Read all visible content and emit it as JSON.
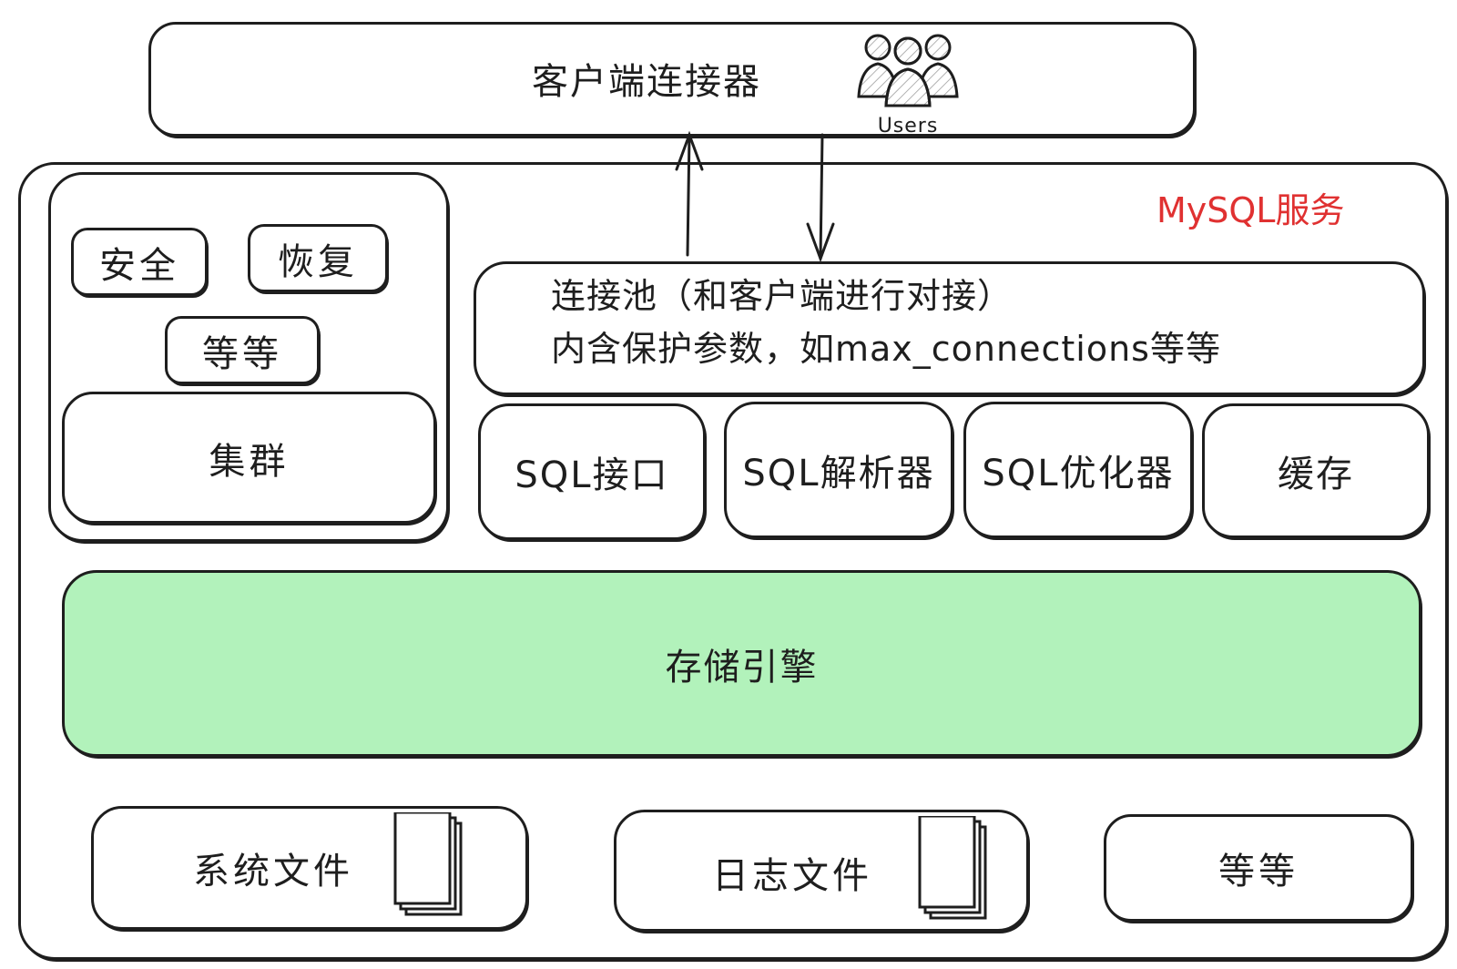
{
  "client": {
    "title": "客户端连接器",
    "users_label": "Users",
    "users_icon": "users-icon"
  },
  "server": {
    "title": "MySQL服务",
    "title_color": "#e03131"
  },
  "left_group": {
    "security": "安全",
    "recovery": "恢复",
    "etc": "等等",
    "cluster": "集群"
  },
  "pool": {
    "line1": "连接池（和客户端进行对接）",
    "line2": "内含保护参数，如max_connections等等"
  },
  "modules": {
    "sql_interface": "SQL接口",
    "sql_parser": "SQL解析器",
    "sql_optimizer": "SQL优化器",
    "cache": "缓存"
  },
  "storage": {
    "label": "存储引擎",
    "color": "#b2f2bb"
  },
  "files": {
    "system_files": "系统文件",
    "log_files": "日志文件",
    "etc": "等等",
    "file_icon": "document-icon"
  }
}
